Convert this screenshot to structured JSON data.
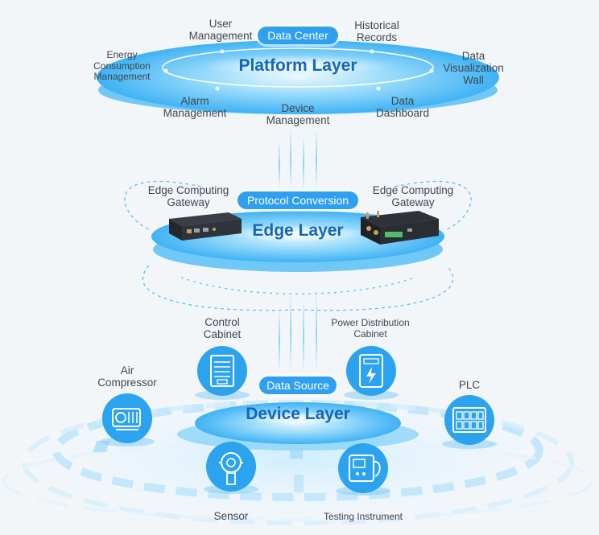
{
  "platform": {
    "title": "Platform Layer",
    "badge": "Data Center",
    "items": {
      "user_management": [
        "User",
        "Management"
      ],
      "historical_records": [
        "Historical",
        "Records"
      ],
      "energy_management": [
        "Energy",
        "Consumption",
        "Management"
      ],
      "data_visualization": [
        "Data",
        "Visualization",
        "Wall"
      ],
      "alarm_management": [
        "Alarm",
        "Management"
      ],
      "device_management": [
        "Device",
        "Management"
      ],
      "data_dashboard": [
        "Data",
        "Dashboard"
      ]
    }
  },
  "edge": {
    "title": "Edge Layer",
    "badge": "Protocol Conversion",
    "left_gateway": [
      "Edge Computing",
      "Gateway"
    ],
    "right_gateway": [
      "Edge Computing",
      "Gateway"
    ]
  },
  "device": {
    "title": "Device Layer",
    "badge": "Data Source",
    "items": {
      "control_cabinet": [
        "Control",
        "Cabinet"
      ],
      "power_cabinet": [
        "Power Distribution",
        "Cabinet"
      ],
      "air_compressor": [
        "Air",
        "Compressor"
      ],
      "plc": [
        "PLC"
      ],
      "sensor": [
        "Sensor"
      ],
      "testing_instrument": [
        "Testing Instrument"
      ]
    }
  },
  "colors": {
    "accent": "#2f9ff0",
    "disk": "#5cc1f7",
    "title": "#1566b8",
    "icon_circle": "#2ba3ee"
  }
}
